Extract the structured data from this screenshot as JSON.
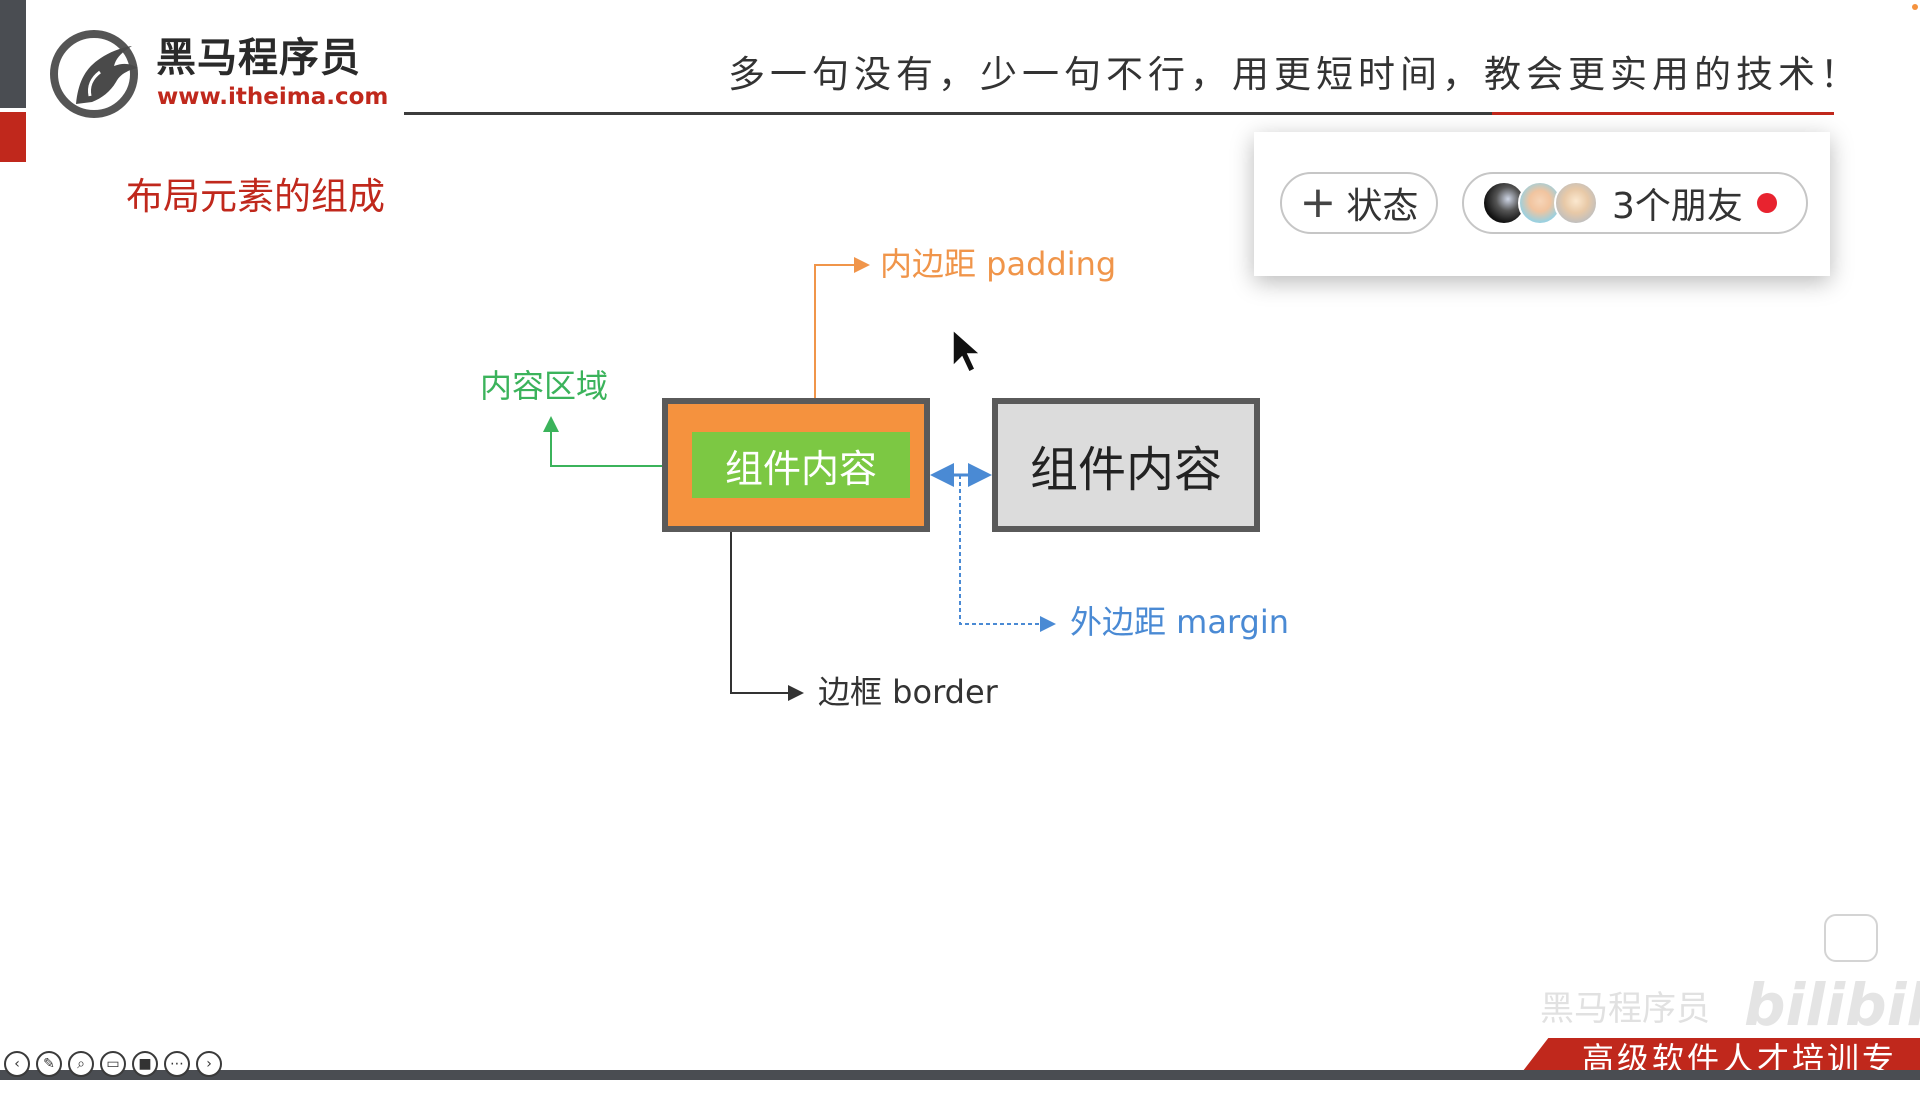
{
  "header": {
    "logo_name": "黑马程序员",
    "logo_url": "www.itheima.com",
    "slogan": "多一句没有，少一句不行，用更短时间，教会更实用的技术！"
  },
  "section_title": "布局元素的组成",
  "popup": {
    "status_label": "状态",
    "friends_label": "3个朋友",
    "avatar_count": 3
  },
  "diagram": {
    "padding_label": "内边距 padding",
    "content_area_label": "内容区域",
    "margin_label": "外边距 margin",
    "border_label": "边框 border",
    "box1_text": "组件内容",
    "box2_text": "组件内容",
    "colors": {
      "padding": "#f5923e",
      "content": "#7cc843",
      "margin": "#4a8ad4",
      "border": "#5a5a5a",
      "box2_bg": "#dcdcdc"
    }
  },
  "footer": {
    "banner_text": "高级软件人才培训专家",
    "watermark_text": "黑马程序员",
    "watermark_logo": "bilibili"
  },
  "player_controls": [
    "back-icon",
    "pen-icon",
    "search-icon",
    "cc-icon",
    "camera-icon",
    "more-icon",
    "forward-icon"
  ],
  "theme": {
    "accent_red": "#c0281c",
    "dark_gray": "#4a4d52"
  }
}
